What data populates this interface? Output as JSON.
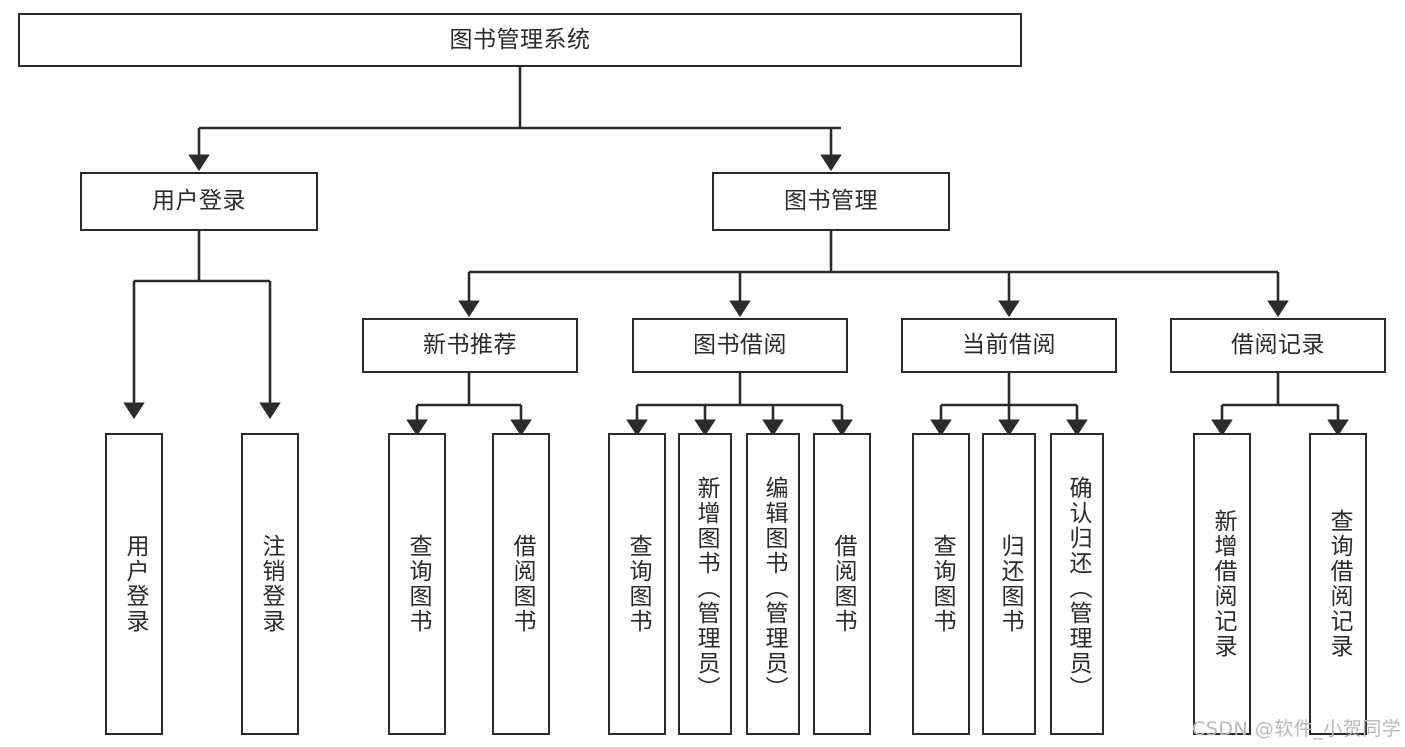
{
  "diagram": {
    "title": "图书管理系统",
    "type": "tree-hierarchy-chart",
    "root": {
      "label": "图书管理系统"
    },
    "level2": [
      {
        "label": "用户登录"
      },
      {
        "label": "图书管理"
      }
    ],
    "level3": [
      {
        "label": "新书推荐"
      },
      {
        "label": "图书借阅"
      },
      {
        "label": "当前借阅"
      },
      {
        "label": "借阅记录"
      }
    ],
    "leaves": {
      "user_login": [
        {
          "label": "用户登录"
        },
        {
          "label": "注销登录"
        }
      ],
      "new_book_recommend": [
        {
          "label": "查询图书"
        },
        {
          "label": "借阅图书"
        }
      ],
      "book_borrow": [
        {
          "label": "查询图书"
        },
        {
          "label": "新增图书（管理员）"
        },
        {
          "label": "编辑图书（管理员）"
        },
        {
          "label": "借阅图书"
        }
      ],
      "current_borrow": [
        {
          "label": "查询图书"
        },
        {
          "label": "归还图书"
        },
        {
          "label": "确认归还（管理员）"
        }
      ],
      "borrow_record": [
        {
          "label": "新增借阅记录"
        },
        {
          "label": "查询借阅记录"
        }
      ]
    },
    "watermark": "CSDN @软件_小贺同学",
    "colors": {
      "stroke": "#2b2b2b",
      "fill": "#ffffff",
      "text": "#2b2b2b",
      "watermark": "#b9b9b9"
    }
  }
}
